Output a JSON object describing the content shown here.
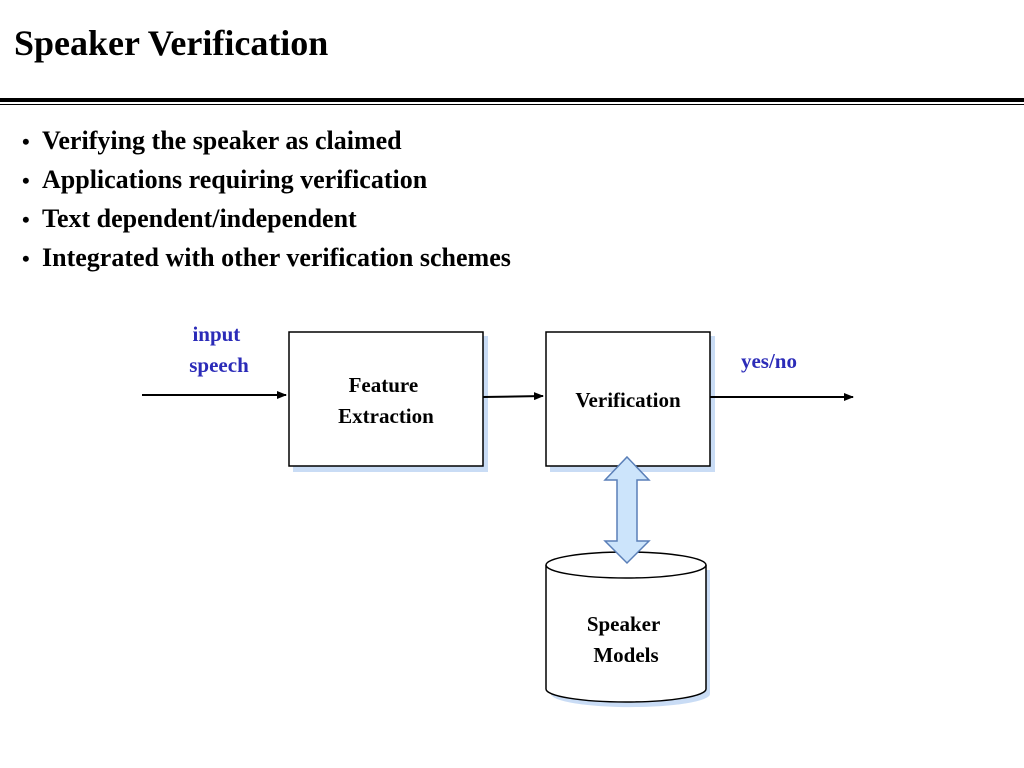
{
  "title": "Speaker Verification",
  "bullets": [
    "Verifying the speaker as claimed",
    "Applications requiring verification",
    "Text dependent/independent",
    "Integrated with other verification schemes"
  ],
  "diagram": {
    "input_label": [
      "input",
      "speech"
    ],
    "feature_box": [
      "Feature",
      "Extraction"
    ],
    "verification_box": "Verification",
    "output_label": "yes/no",
    "models_box": [
      "Speaker",
      "Models"
    ]
  },
  "colors": {
    "label_blue": "#2b2bb8",
    "shadow_blue": "#c9dcf5",
    "arrow_fill": "#cce4fb",
    "arrow_stroke": "#5a7fb8"
  }
}
